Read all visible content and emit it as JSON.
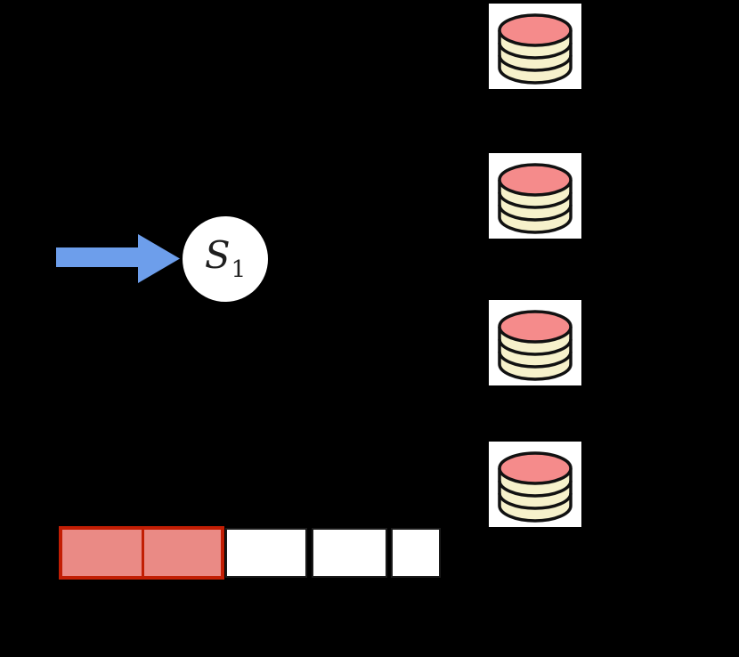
{
  "scene": {
    "background_color": "#000000",
    "description": "queueing-system-diagram"
  },
  "server_node": {
    "label_main": "S",
    "label_sub": "1",
    "fill_color": "#ffffff",
    "text_color": "#1f1f1f"
  },
  "arrival_arrow": {
    "color": "#6d9eeb",
    "direction": "right"
  },
  "disks": {
    "count": 4,
    "icon": "database-icon",
    "background": "#ffffff",
    "top_color": "#f58b8b",
    "body_color": "#f6f1cb",
    "outline_color": "#111111"
  },
  "buffer": {
    "cells": [
      {
        "state": "filled"
      },
      {
        "state": "filled"
      },
      {
        "state": "empty"
      },
      {
        "state": "empty"
      },
      {
        "state": "empty"
      }
    ],
    "filled_count": 2,
    "empty_count": 3,
    "filled_color": "#ea8a85",
    "filled_border_color": "#c21e04",
    "empty_color": "#ffffff",
    "empty_border_color": "#1a1a1a"
  }
}
